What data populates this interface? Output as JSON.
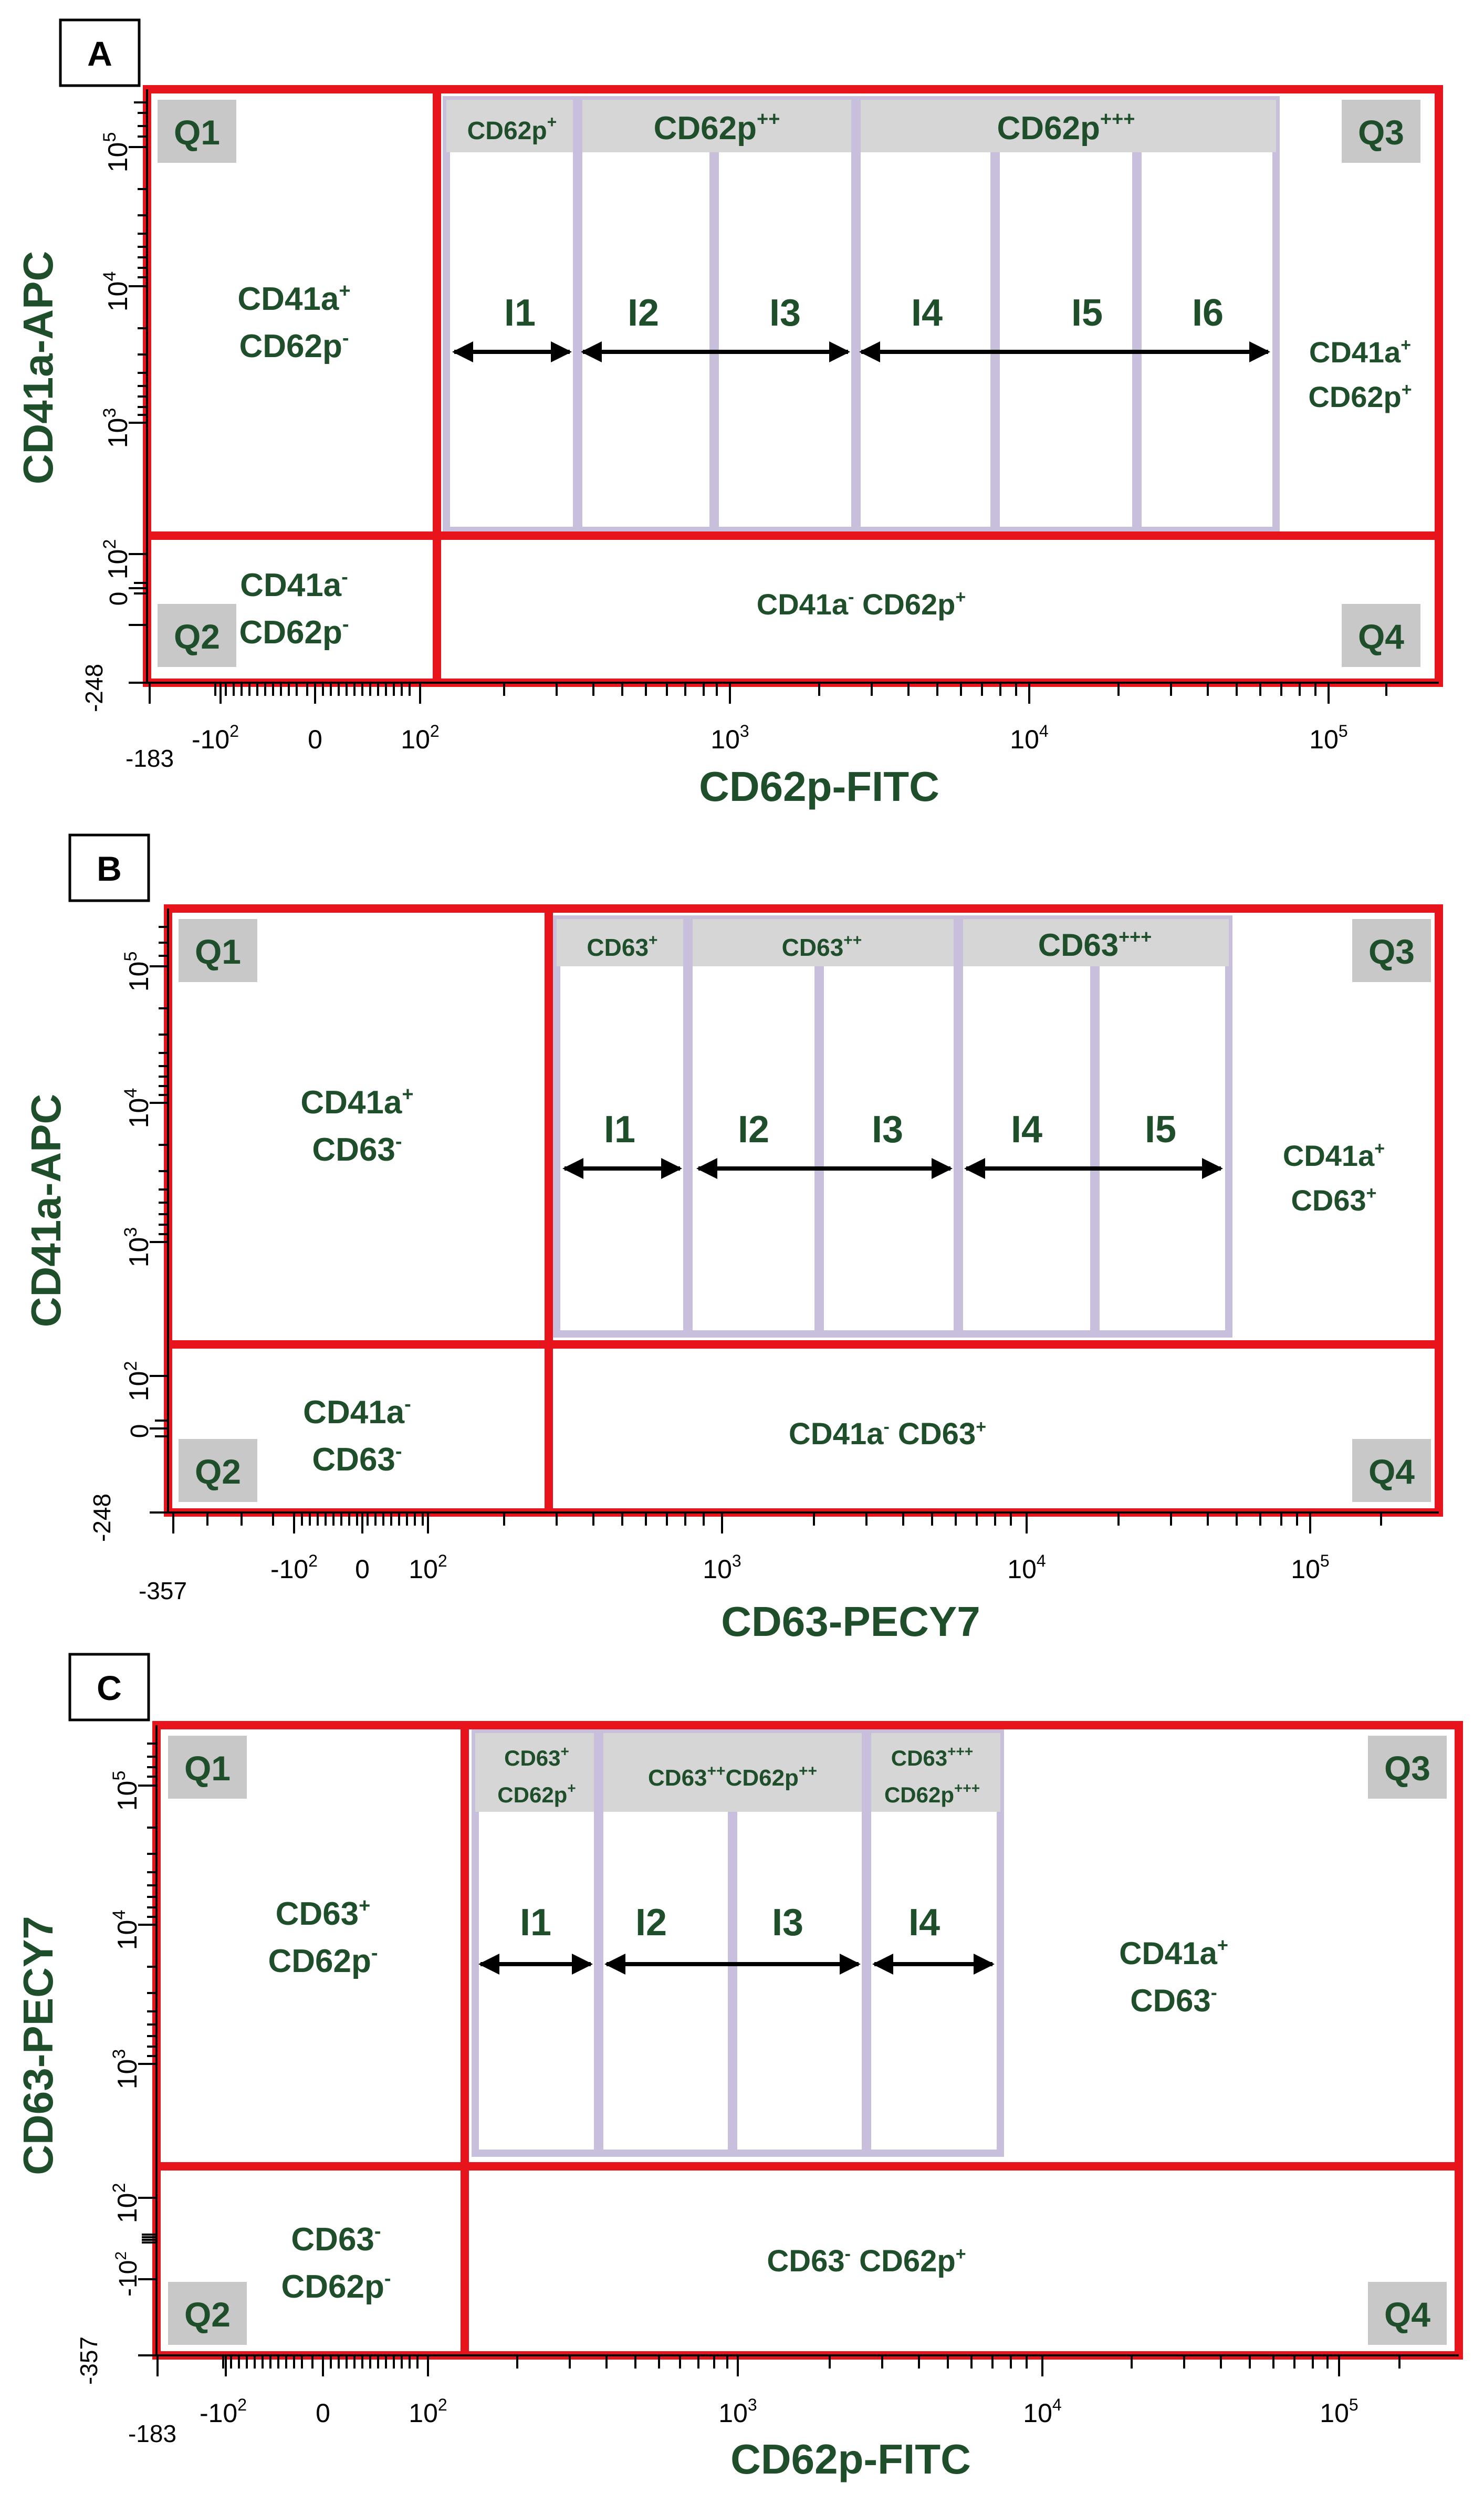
{
  "colors": {
    "gate_red": "#e8141b",
    "interval_purple": "#c7bfdc",
    "label_green": "#1f4e2b",
    "quadrant_gray": "#c8c8c8",
    "axis_black": "#000000"
  },
  "panels": [
    {
      "letter": "A",
      "y_axis_label": "CD41a-APC",
      "x_axis_label": "CD62p-FITC",
      "quadrant_labels": {
        "q1": "Q1",
        "q2": "Q2",
        "q3": "Q3",
        "q4": "Q4"
      },
      "q1_text": [
        "CD41a",
        "+",
        "CD62p",
        "-"
      ],
      "q2_text": [
        "CD41a",
        "-",
        "CD62p",
        "-"
      ],
      "q3_text": [
        "CD41a",
        "+",
        "CD62p",
        "+"
      ],
      "q4_text": [
        "CD41a",
        "-",
        " CD62p",
        "+"
      ],
      "header_groups": [
        {
          "base": "CD62p",
          "sup": "+"
        },
        {
          "base": "CD62p",
          "sup": "++"
        },
        {
          "base": "CD62p",
          "sup": "+++"
        }
      ],
      "interval_labels": [
        "I1",
        "I2",
        "I3",
        "I4",
        "I5",
        "I6"
      ],
      "y_ticks": [
        {
          "base": "10",
          "exp": "5"
        },
        {
          "base": "10",
          "exp": "4"
        },
        {
          "base": "10",
          "exp": "3"
        },
        {
          "base": "10",
          "exp": "2"
        },
        {
          "base": "0",
          "exp": ""
        },
        {
          "base": "-248",
          "exp": ""
        }
      ],
      "x_ticks": [
        {
          "base": "-183",
          "exp": ""
        },
        {
          "base": "-10",
          "exp": "2"
        },
        {
          "base": "0",
          "exp": ""
        },
        {
          "base": "10",
          "exp": "2"
        },
        {
          "base": "10",
          "exp": "3"
        },
        {
          "base": "10",
          "exp": "4"
        },
        {
          "base": "10",
          "exp": "5"
        }
      ]
    },
    {
      "letter": "B",
      "y_axis_label": "CD41a-APC",
      "x_axis_label": "CD63-PECY7",
      "quadrant_labels": {
        "q1": "Q1",
        "q2": "Q2",
        "q3": "Q3",
        "q4": "Q4"
      },
      "q1_text": [
        "CD41a",
        "+",
        "CD63",
        "-"
      ],
      "q2_text": [
        "CD41a",
        "-",
        "CD63",
        "-"
      ],
      "q3_text": [
        "CD41a",
        "+",
        "CD63",
        "+"
      ],
      "q4_text": [
        "CD41a",
        "-",
        " CD63",
        "+"
      ],
      "header_groups": [
        {
          "base": "CD63",
          "sup": "+"
        },
        {
          "base": "CD63",
          "sup": "++"
        },
        {
          "base": "CD63",
          "sup": "+++"
        }
      ],
      "interval_labels": [
        "I1",
        "I2",
        "I3",
        "I4",
        "I5"
      ],
      "y_ticks": [
        {
          "base": "10",
          "exp": "5"
        },
        {
          "base": "10",
          "exp": "4"
        },
        {
          "base": "10",
          "exp": "3"
        },
        {
          "base": "10",
          "exp": "2"
        },
        {
          "base": "0",
          "exp": ""
        },
        {
          "base": "-248",
          "exp": ""
        }
      ],
      "x_ticks": [
        {
          "base": "-357",
          "exp": ""
        },
        {
          "base": "-10",
          "exp": "2"
        },
        {
          "base": "0",
          "exp": ""
        },
        {
          "base": "10",
          "exp": "2"
        },
        {
          "base": "10",
          "exp": "3"
        },
        {
          "base": "10",
          "exp": "4"
        },
        {
          "base": "10",
          "exp": "5"
        }
      ]
    },
    {
      "letter": "C",
      "y_axis_label": "CD63-PECY7",
      "x_axis_label": "CD62p-FITC",
      "quadrant_labels": {
        "q1": "Q1",
        "q2": "Q2",
        "q3": "Q3",
        "q4": "Q4"
      },
      "q1_text": [
        "CD63",
        "+",
        "CD62p",
        "-"
      ],
      "q2_text": [
        "CD63",
        "-",
        "CD62p",
        "-"
      ],
      "q3_text": [
        "CD41a",
        "+",
        "CD63",
        "-"
      ],
      "q4_text": [
        "CD63",
        "-",
        " CD62p",
        "+"
      ],
      "header_groups": [
        {
          "line1": "CD63",
          "sup1": "+",
          "line2": "CD62p",
          "sup2": "+"
        },
        {
          "line1": "CD63",
          "sup1": "++",
          "line2": "CD62p",
          "sup2": "++"
        },
        {
          "line1": "CD63",
          "sup1": "+++",
          "line2": "CD62p",
          "sup2": "+++"
        }
      ],
      "interval_labels": [
        "I1",
        "I2",
        "I3",
        "I4"
      ],
      "y_ticks": [
        {
          "base": "10",
          "exp": "5"
        },
        {
          "base": "10",
          "exp": "4"
        },
        {
          "base": "10",
          "exp": "3"
        },
        {
          "base": "10",
          "exp": "2"
        },
        {
          "base": "-10",
          "exp": "2"
        },
        {
          "base": "-357",
          "exp": ""
        }
      ],
      "x_ticks": [
        {
          "base": "-183",
          "exp": ""
        },
        {
          "base": "-10",
          "exp": "2"
        },
        {
          "base": "0",
          "exp": ""
        },
        {
          "base": "10",
          "exp": "2"
        },
        {
          "base": "10",
          "exp": "3"
        },
        {
          "base": "10",
          "exp": "4"
        },
        {
          "base": "10",
          "exp": "5"
        }
      ]
    }
  ]
}
